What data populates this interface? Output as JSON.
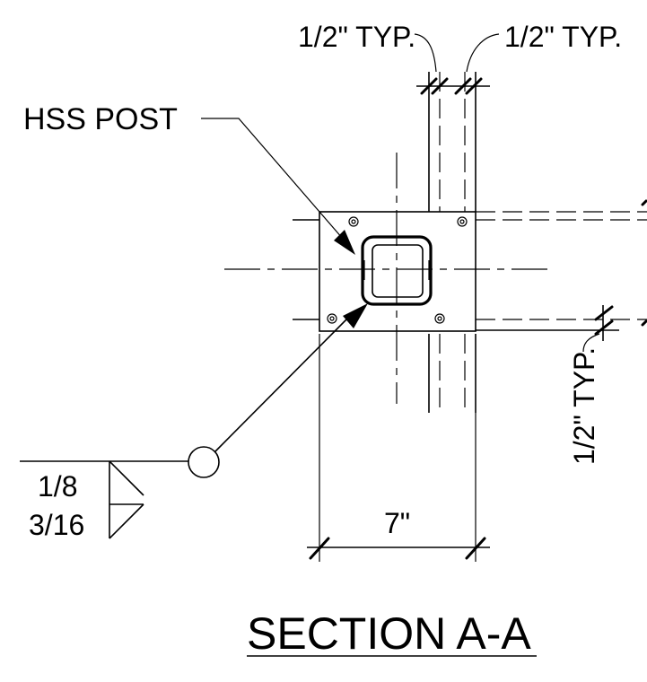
{
  "labels": {
    "typ_top_left": "1/2\" TYP.",
    "typ_top_right": "1/2\" TYP.",
    "typ_right_vertical": "1/2\" TYP.",
    "hss_post": "HSS POST",
    "weld_top": "1/8",
    "weld_bottom": "3/16",
    "dimension_width": "7\"",
    "section_title": "SECTION A-A"
  }
}
